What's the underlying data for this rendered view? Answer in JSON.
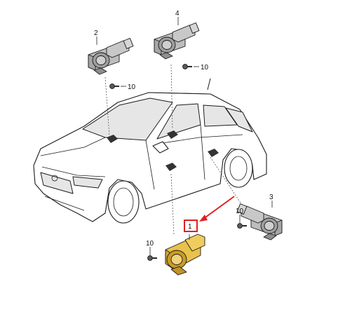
{
  "diagram": {
    "parts": [
      {
        "label": "1"
      },
      {
        "label": "2"
      },
      {
        "label": "3"
      },
      {
        "label": "4"
      }
    ],
    "screws": [
      {
        "label": "10"
      },
      {
        "label": "10"
      },
      {
        "label": "10"
      },
      {
        "label": "10"
      }
    ]
  },
  "colors": {
    "highlight": "#e8c24a",
    "callout": "#e02020",
    "motor_grey": "#bcbcbc"
  }
}
